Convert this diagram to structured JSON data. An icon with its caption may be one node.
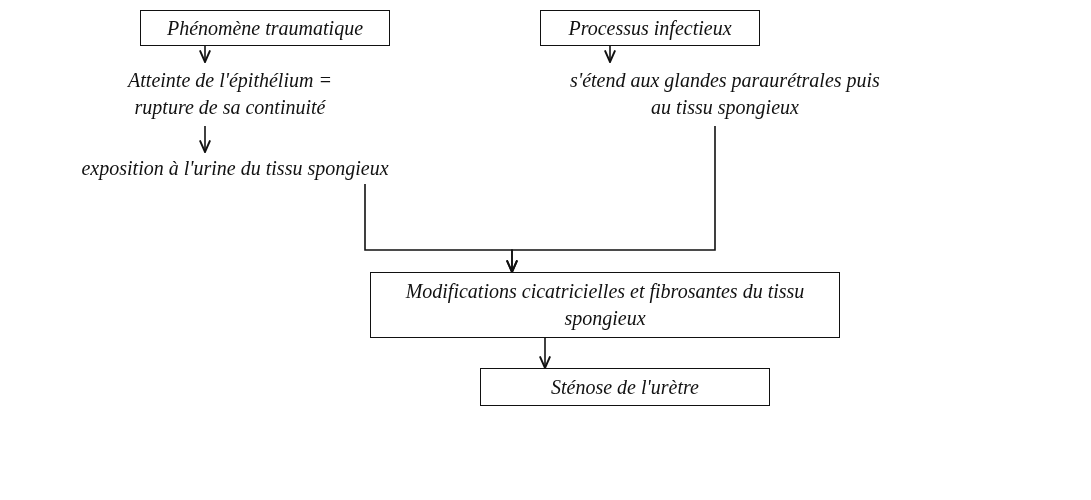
{
  "diagram": {
    "nodes": [
      {
        "text": [
          "Phénomène traumatique"
        ]
      },
      {
        "text": [
          "Atteinte de l'épithélium = rupture de sa continuité"
        ]
      },
      {
        "text": [
          "exposition à l'urine du tissu spongieux"
        ]
      },
      {
        "text": [
          "Processus infectieux"
        ]
      },
      {
        "text": [
          "s'étend aux glandes paraurétrales puis au tissu spongieux"
        ]
      },
      {
        "text": [
          "Modifications cicatricielles et fibrosantes du tissu spongieux"
        ]
      },
      {
        "text": [
          "Sténose de l'urètre"
        ]
      }
    ],
    "edges": [
      {
        "from": 0,
        "to": 1,
        "arrow": "to"
      },
      {
        "from": 1,
        "to": 2,
        "arrow": "to"
      },
      {
        "from": 3,
        "to": 4,
        "arrow": "to"
      },
      {
        "from": 2,
        "to": 5,
        "arrow": "to"
      },
      {
        "from": 4,
        "to": 5,
        "arrow": "to"
      },
      {
        "from": 5,
        "to": 6,
        "arrow": "to"
      }
    ]
  }
}
